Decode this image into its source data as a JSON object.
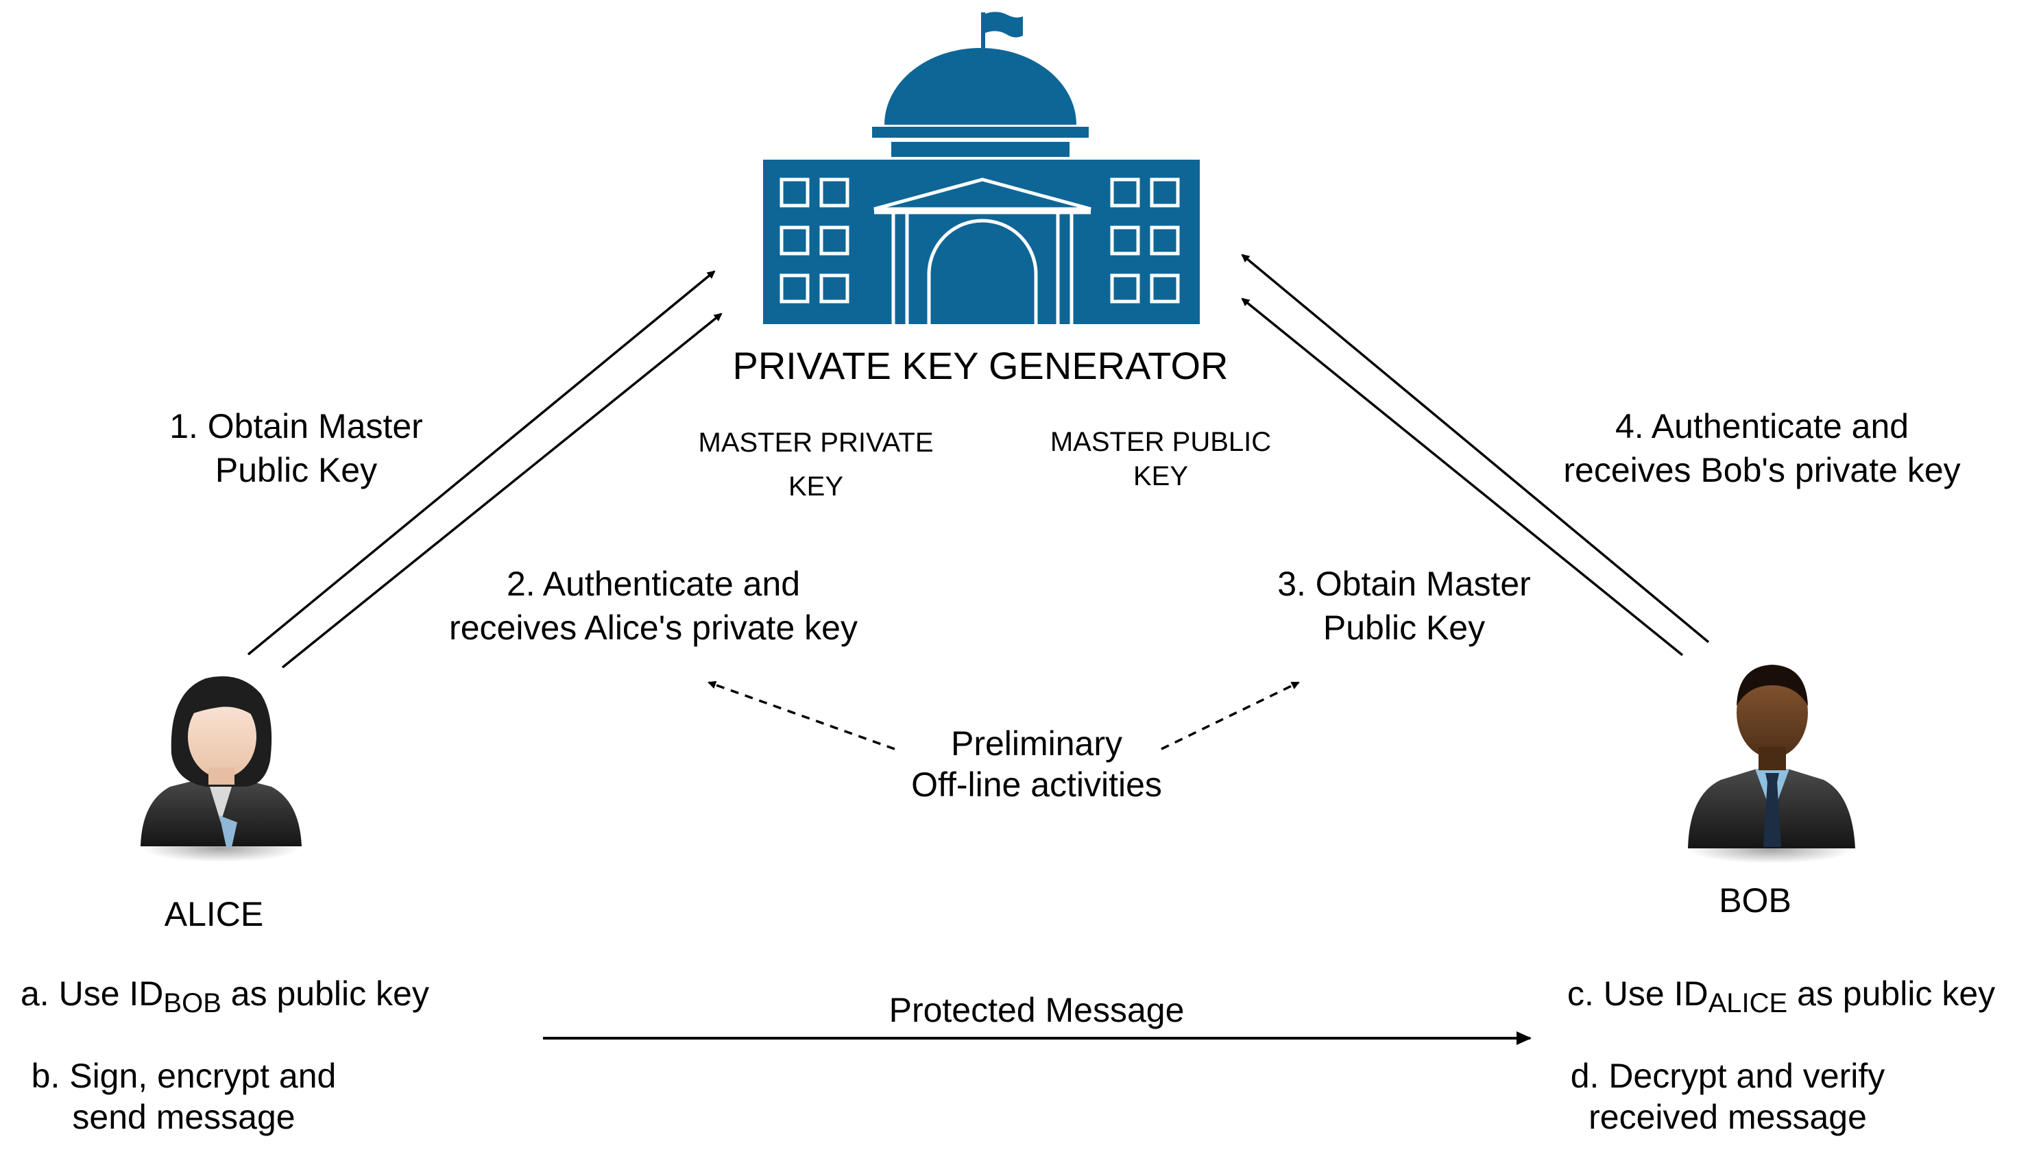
{
  "pkg": {
    "title": "PRIVATE KEY GENERATOR",
    "master_private": [
      "MASTER PRIVATE",
      "KEY"
    ],
    "master_public": [
      "MASTER PUBLIC",
      "KEY"
    ],
    "color": "#0e6696"
  },
  "steps": {
    "s1": [
      "1. Obtain Master",
      "Public Key"
    ],
    "s2": [
      "2. Authenticate and",
      "receives Alice's private key"
    ],
    "s3": [
      "3. Obtain Master",
      "Public Key"
    ],
    "s4": [
      "4. Authenticate and",
      "receives Bob's private key"
    ]
  },
  "preliminary": [
    "Preliminary",
    "Off-line activities"
  ],
  "alice": {
    "name": "ALICE",
    "a_prefix": "a. Use ID",
    "a_sub": "BOB",
    "a_suffix": " as public key",
    "b": [
      "b. Sign, encrypt and",
      "send message"
    ]
  },
  "bob": {
    "name": "BOB",
    "c_prefix": "c. Use ID",
    "c_sub": "ALICE",
    "c_suffix": " as public key",
    "d": [
      "d. Decrypt and verify",
      "received message"
    ]
  },
  "message": "Protected Message",
  "icons": {
    "building": "government-building-icon",
    "alice": "woman-avatar-icon",
    "bob": "man-avatar-icon"
  }
}
